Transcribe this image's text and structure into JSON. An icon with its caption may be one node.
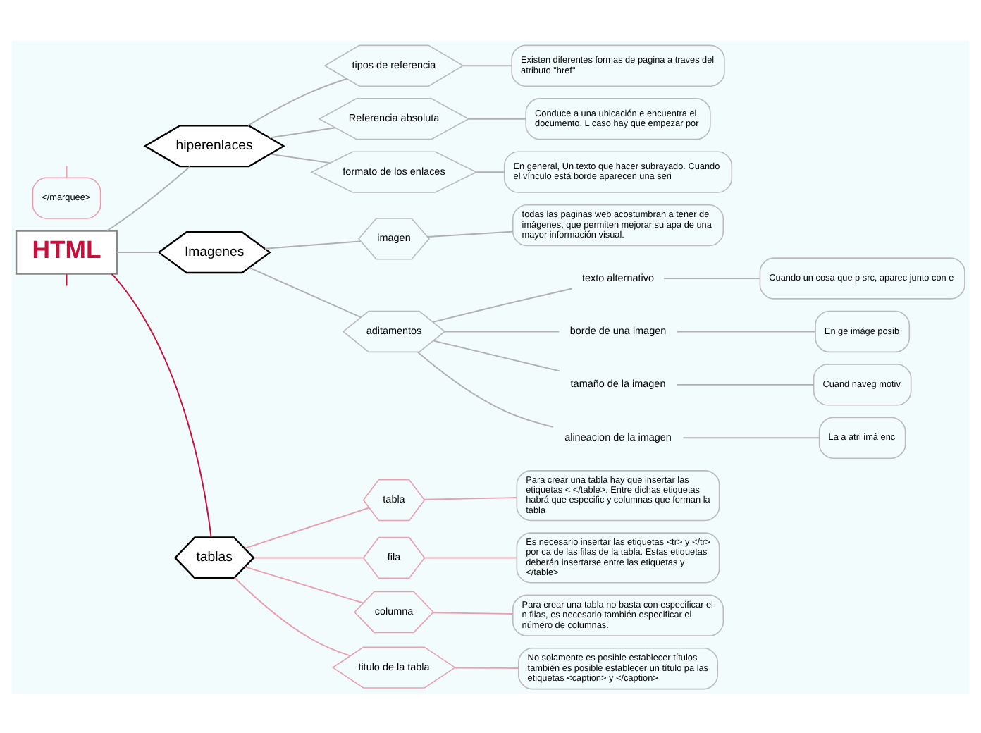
{
  "diagram": {
    "nodes": [
      {
        "text": [
          "HTML"
        ]
      },
      {
        "text": [
          "hiperenlaces"
        ]
      },
      {
        "text": [
          "tipos de referencia"
        ]
      },
      {
        "text": [
          "Existen diferentes formas de pagina a traves del atributo \"href\""
        ]
      },
      {
        "text": [
          "Referencia absoluta"
        ]
      },
      {
        "text": [
          "Conduce a una ubicación e encuentra el documento. L caso hay que empezar por"
        ]
      },
      {
        "text": [
          "formato de los enlaces"
        ]
      },
      {
        "text": [
          "En general, Un texto que hacer subrayado. Cuando el vínculo está borde aparecen una seri"
        ]
      },
      {
        "text": [
          "Imagenes"
        ]
      },
      {
        "text": [
          "imagen"
        ]
      },
      {
        "text": [
          "todas las paginas web acostumbran a tener de imágenes, que permiten mejorar su apa de una mayor información visual."
        ]
      },
      {
        "text": [
          "aditamentos"
        ]
      },
      {
        "text": [
          "texto alternativo"
        ]
      },
      {
        "text": [
          "Cuando un cosa que p src, aparec junto con e"
        ]
      },
      {
        "text": [
          "borde de una imagen"
        ]
      },
      {
        "text": [
          "En ge imáge posib"
        ]
      },
      {
        "text": [
          "tamaño de la imagen"
        ]
      },
      {
        "text": [
          "Cuand naveg motiv"
        ]
      },
      {
        "text": [
          "alineacion de la imagen"
        ]
      },
      {
        "text": [
          "La a atri imá enc"
        ]
      },
      {
        "text": [
          "tablas"
        ]
      },
      {
        "text": [
          "tabla"
        ]
      },
      {
        "text": [
          "Para crear una tabla hay que insertar las etiquetas < </table>. Entre dichas etiquetas habrá que especific y columnas que forman la tabla"
        ]
      },
      {
        "text": [
          "fila"
        ]
      },
      {
        "text": [
          "Es necesario insertar las etiquetas <tr> y </tr> por ca de las filas de la tabla. Estas etiquetas deberán insertarse entre las etiquetas y </table>"
        ]
      },
      {
        "text": [
          "columna"
        ]
      },
      {
        "text": [
          "Para crear una tabla no basta con especificar el n filas, es necesario también especificar el número de columnas."
        ]
      },
      {
        "text": [
          "titulo de la tabla"
        ]
      },
      {
        "text": [
          "No solamente es posible establecer títulos también es posible establecer un título pa las etiquetas <caption> y </caption>"
        ]
      },
      {
        "text": [
          "</marquee>"
        ]
      }
    ],
    "edges": [
      {
        "from": 0,
        "to": null,
        "arrow": "none",
        "color": "#c8103c"
      },
      {
        "from": null,
        "to": 29,
        "arrow": "none",
        "color": "#e8a0b0"
      },
      {
        "from": 0,
        "to": 1,
        "arrow": "none"
      },
      {
        "from": 1,
        "to": 2,
        "arrow": "none"
      },
      {
        "from": 2,
        "to": 3,
        "arrow": "none"
      },
      {
        "from": 1,
        "to": 4,
        "arrow": "none"
      },
      {
        "from": 4,
        "to": 5,
        "arrow": "none"
      },
      {
        "from": 1,
        "to": 6,
        "arrow": "none"
      },
      {
        "from": 6,
        "to": 7,
        "arrow": "none"
      },
      {
        "from": 0,
        "to": 8,
        "arrow": "none"
      },
      {
        "from": 8,
        "to": 9,
        "arrow": "none"
      },
      {
        "from": 9,
        "to": 10,
        "arrow": "none"
      },
      {
        "from": 8,
        "to": 11,
        "arrow": "none"
      },
      {
        "from": 11,
        "to": 12,
        "arrow": "none"
      },
      {
        "from": 12,
        "to": 13,
        "arrow": "none"
      },
      {
        "from": 11,
        "to": 14,
        "arrow": "none"
      },
      {
        "from": 14,
        "to": 15,
        "arrow": "none"
      },
      {
        "from": 11,
        "to": 16,
        "arrow": "none"
      },
      {
        "from": 16,
        "to": 17,
        "arrow": "none"
      },
      {
        "from": 11,
        "to": 18,
        "arrow": "none"
      },
      {
        "from": 18,
        "to": 19,
        "arrow": "none"
      },
      {
        "from": 0,
        "to": 20,
        "arrow": "none",
        "color": "#c8103c"
      },
      {
        "from": 20,
        "to": 21,
        "arrow": "none",
        "color": "#e8a0b0"
      },
      {
        "from": 21,
        "to": 22,
        "arrow": "none",
        "color": "#e8a0b0"
      },
      {
        "from": 20,
        "to": 23,
        "arrow": "none",
        "color": "#e8a0b0"
      },
      {
        "from": 23,
        "to": 24,
        "arrow": "none",
        "color": "#e8a0b0"
      },
      {
        "from": 20,
        "to": 25,
        "arrow": "none",
        "color": "#e8a0b0"
      },
      {
        "from": 25,
        "to": 26,
        "arrow": "none",
        "color": "#e8a0b0"
      },
      {
        "from": 20,
        "to": 27,
        "arrow": "none",
        "color": "#e8a0b0"
      },
      {
        "from": 27,
        "to": 28,
        "arrow": "none",
        "color": "#e8a0b0"
      }
    ]
  }
}
